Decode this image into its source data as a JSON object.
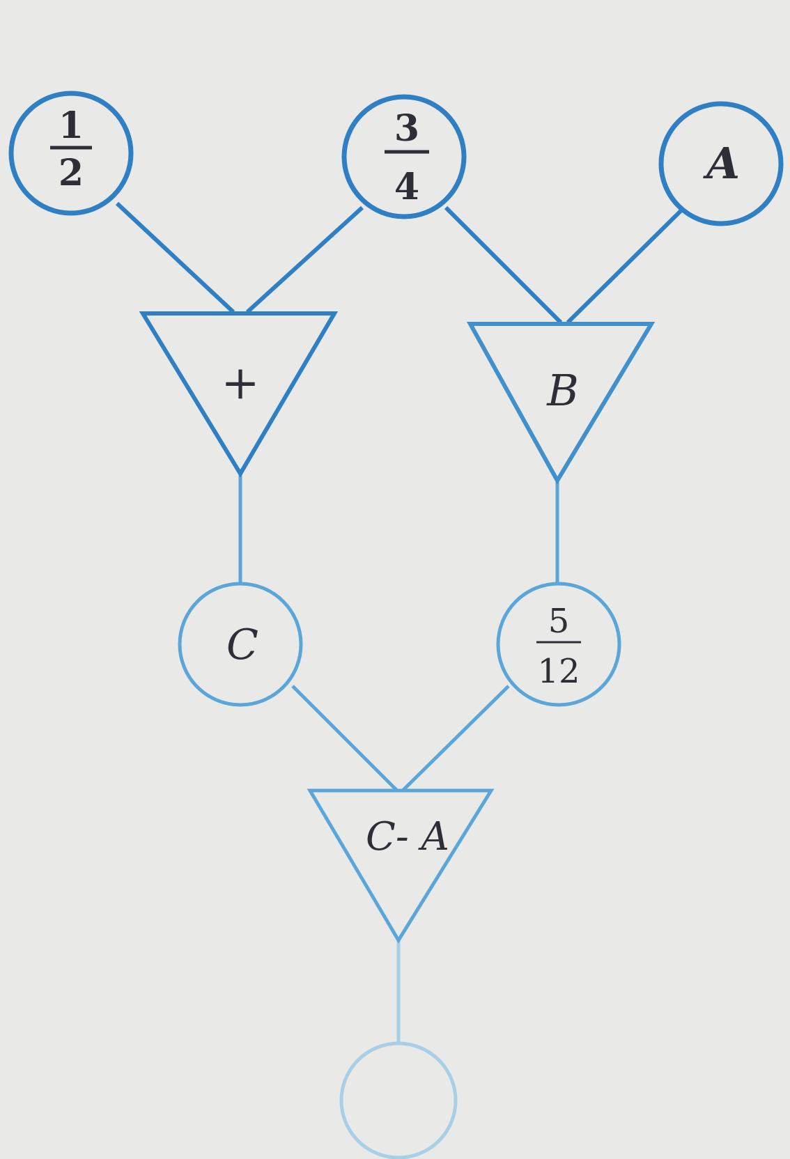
{
  "colors": {
    "background": "#e9e9e7",
    "stroke_dark": "#2f7fc4",
    "stroke_light": "#5aa6d8",
    "stroke_faint": "#a9cfe6",
    "text": "#2e2e36"
  },
  "nodes": {
    "top_left": {
      "numerator": "1",
      "denominator": "2"
    },
    "top_middle": {
      "numerator": "3",
      "denominator": "4"
    },
    "top_right": {
      "label": "A"
    },
    "mid_left": {
      "label": "C"
    },
    "mid_right": {
      "numerator": "5",
      "denominator": "12"
    },
    "bottom": {
      "label": ""
    }
  },
  "operators": {
    "left": {
      "label": "+"
    },
    "right": {
      "label": "B"
    },
    "bottom": {
      "label": "C- A"
    }
  }
}
